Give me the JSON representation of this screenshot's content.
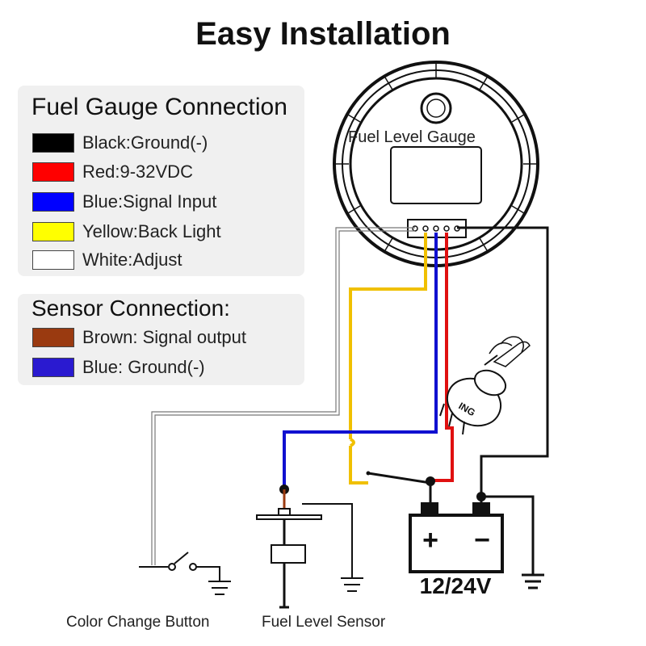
{
  "title": "Easy Installation",
  "gauge_connection": {
    "heading": "Fuel Gauge Connection",
    "items": [
      {
        "color": "#000000",
        "label": "Black:Ground(-)"
      },
      {
        "color": "#ff0000",
        "label": "Red:9-32VDC"
      },
      {
        "color": "#0000ff",
        "label": "Blue:Signal Input"
      },
      {
        "color": "#ffff00",
        "label": "Yellow:Back Light"
      },
      {
        "color": "#ffffff",
        "label": "White:Adjust"
      }
    ]
  },
  "sensor_connection": {
    "heading": "Sensor Connection:",
    "items": [
      {
        "color": "#9a3a10",
        "label": "Brown: Signal output"
      },
      {
        "color": "#2a1ad0",
        "label": "Blue: Ground(-)"
      }
    ]
  },
  "diagram": {
    "gauge_label": "Fuel Level Gauge",
    "ignition_label": "ING",
    "battery_label": "12/24V",
    "battery_plus": "+",
    "battery_minus": "−",
    "button_caption": "Color Change Button",
    "sensor_caption": "Fuel Level Sensor"
  }
}
